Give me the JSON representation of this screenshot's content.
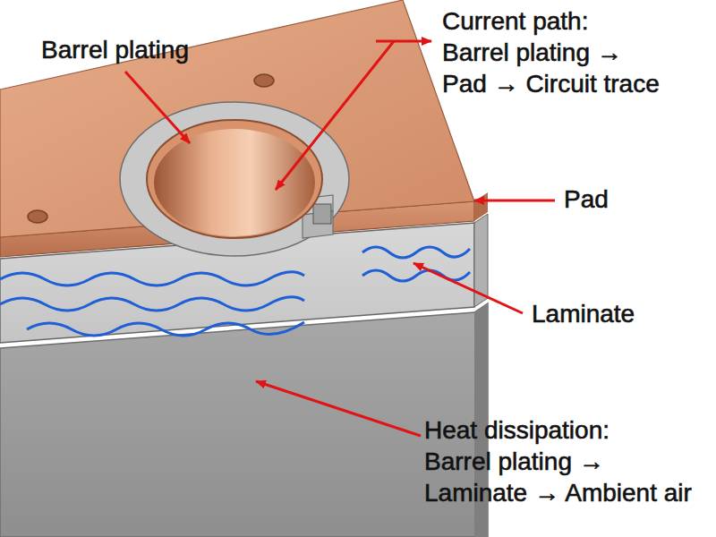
{
  "diagram": {
    "labels": [
      "Barrel plating",
      "Current path: Barrel plating → Pad → Circuit trace",
      "Pad",
      "Laminate",
      "Heat dissipation: Barrel plating → Laminate → Ambient air"
    ]
  }
}
